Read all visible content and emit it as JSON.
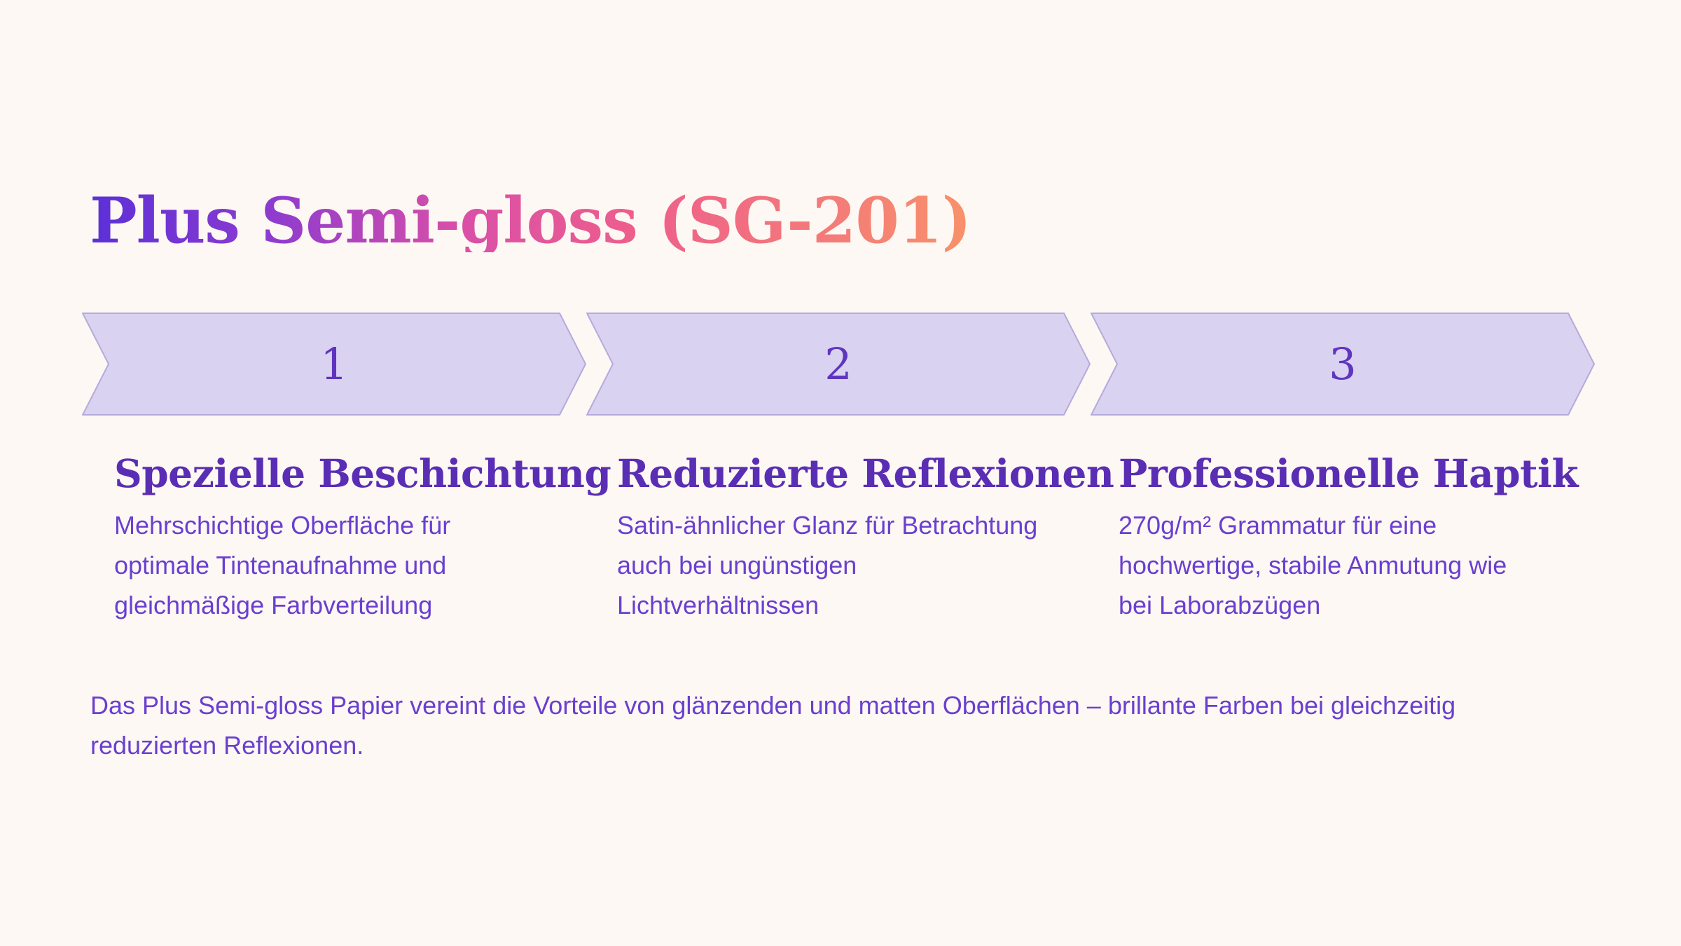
{
  "title": "Plus Semi-gloss (SG-201)",
  "steps": [
    {
      "number": "1",
      "heading": "Spezielle Beschichtung",
      "body_lines": [
        "Mehrschichtige Oberfläche für",
        "optimale Tintenaufnahme und",
        "gleichmäßige Farbverteilung"
      ]
    },
    {
      "number": "2",
      "heading": "Reduzierte Reflexionen",
      "body_lines": [
        "Satin-ähnlicher Glanz für Betrachtung",
        "auch bei ungünstigen",
        "Lichtverhältnissen"
      ]
    },
    {
      "number": "3",
      "heading": "Professionelle Haptik",
      "body_lines": [
        "270g/m² Grammatur für eine",
        "hochwertige, stabile Anmutung wie",
        "bei Laborabzügen"
      ]
    }
  ],
  "summary_lines": [
    "Das Plus Semi-gloss Papier vereint die Vorteile von glänzenden und matten Oberflächen – brillante Farben bei gleichzeitig",
    "reduzierten Reflexionen."
  ],
  "colors": {
    "background": "#FDF8F3",
    "arrow_fill": "#D9D2F0",
    "arrow_border": "#B5ABDB",
    "step_number": "#5F35C0",
    "heading": "#5A2EB4",
    "body_text": "#6A3FD0",
    "title_gradient_start": "#5B30D8",
    "title_gradient_mid": "#EE5E8C",
    "title_gradient_end": "#F8916A"
  }
}
